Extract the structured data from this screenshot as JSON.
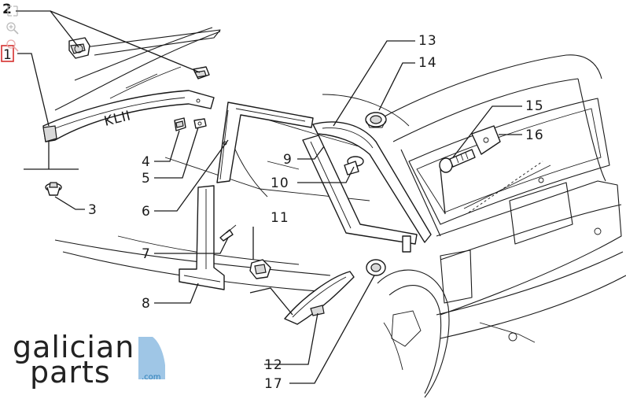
{
  "callouts": {
    "c1": "1",
    "c2": "2",
    "c3": "3",
    "c4": "4",
    "c5": "5",
    "c6": "6",
    "c7": "7",
    "c8": "8",
    "c9": "9",
    "c10": "10",
    "c11": "11",
    "c12": "12",
    "c13": "13",
    "c14": "14",
    "c15": "15",
    "c16": "16",
    "c17": "17"
  },
  "body_text": "KLII",
  "brand": {
    "line1": "galician",
    "line2": "parts",
    "suffix": ".com",
    "accent_color": "#9fc6e6"
  },
  "toolbar": {
    "icons": [
      "fit-screen-icon",
      "zoom-in-icon",
      "highlight-icon"
    ]
  },
  "colors": {
    "line": "#1a1a1a",
    "highlight": "#d6302f",
    "part_shade": "#d9d9d9"
  }
}
